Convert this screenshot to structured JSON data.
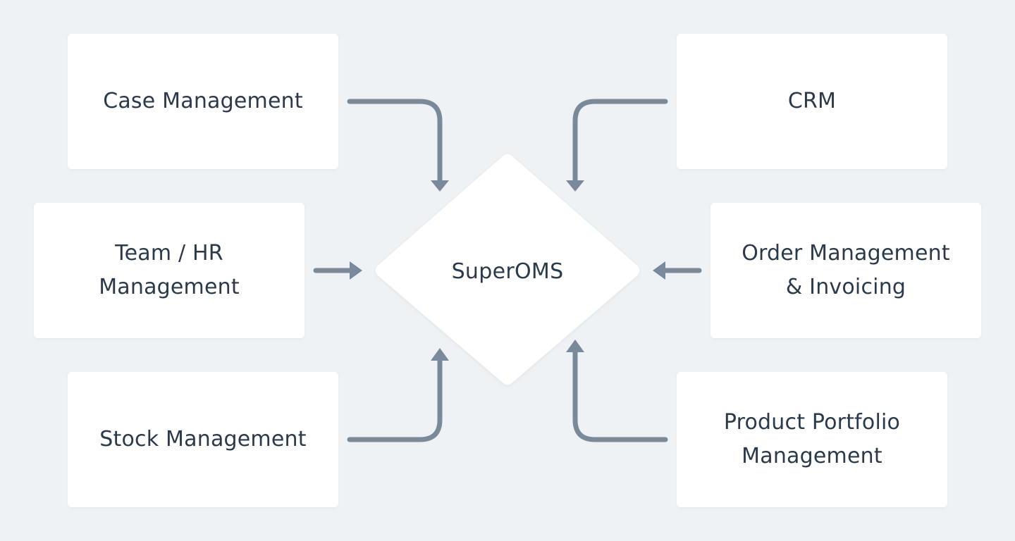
{
  "diagram": {
    "hub": {
      "label": "SuperOMS"
    },
    "nodes": [
      {
        "id": "case",
        "label": "Case Management"
      },
      {
        "id": "crm",
        "label": "CRM"
      },
      {
        "id": "team",
        "label": "Team / HR\nManagement"
      },
      {
        "id": "order",
        "label": "Order Management\n& Invoicing"
      },
      {
        "id": "stock",
        "label": "Stock Management"
      },
      {
        "id": "product",
        "label": "Product Portfolio\nManagement"
      }
    ]
  },
  "colors": {
    "background": "#eff2f5",
    "card": "#ffffff",
    "text": "#2b3a4a",
    "connector": "#7b8a9a"
  }
}
